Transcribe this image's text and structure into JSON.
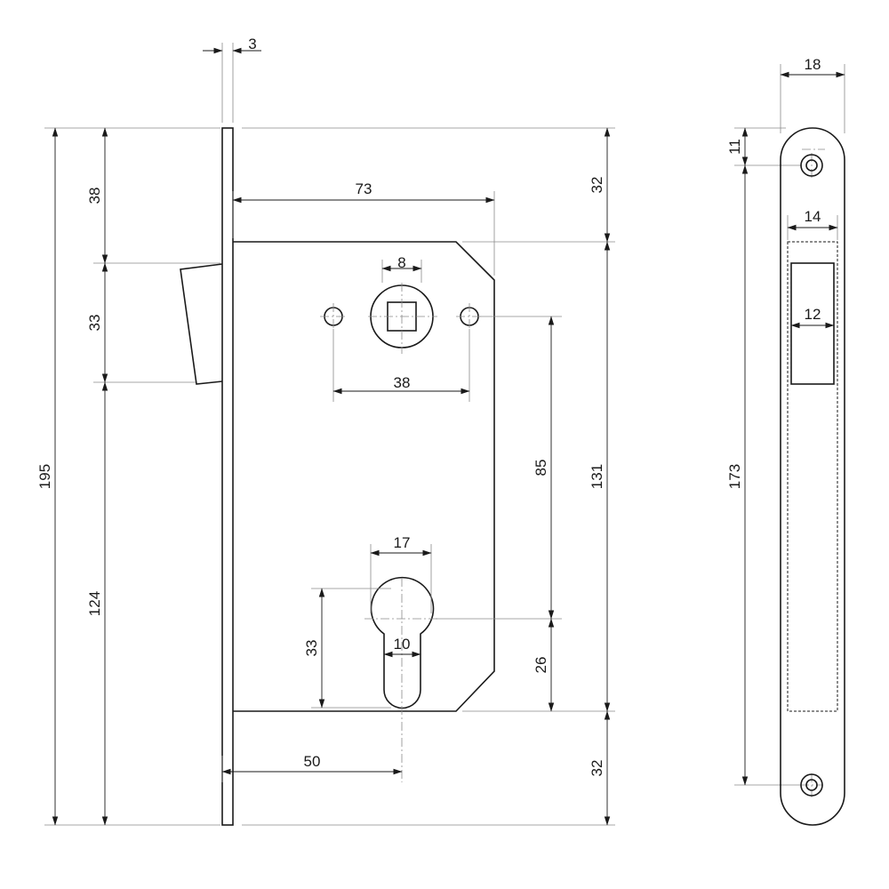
{
  "dimensions": {
    "faceplate_thickness": "3",
    "total_height": "195",
    "latch_top_offset": "38",
    "latch_height": "33",
    "latch_bottom_to_base": "124",
    "backset_to_body_edge": "73",
    "top_to_body": "32",
    "body_height": "131",
    "bottom_to_body": "32",
    "spindle_square": "8",
    "screw_hole_spacing": "38",
    "spindle_to_cylinder": "85",
    "cylinder_to_body_bottom": "26",
    "cylinder_width": "17",
    "cylinder_slot_width": "10",
    "cylinder_height": "33",
    "cylinder_backset": "50",
    "strike_width": "18",
    "strike_hole_offset": "11",
    "strike_hole_spacing": "173",
    "strike_recess_width": "14",
    "strike_opening_width": "12"
  },
  "colors": {
    "line": "#1a1a1a",
    "extension": "#8a8a8a"
  }
}
